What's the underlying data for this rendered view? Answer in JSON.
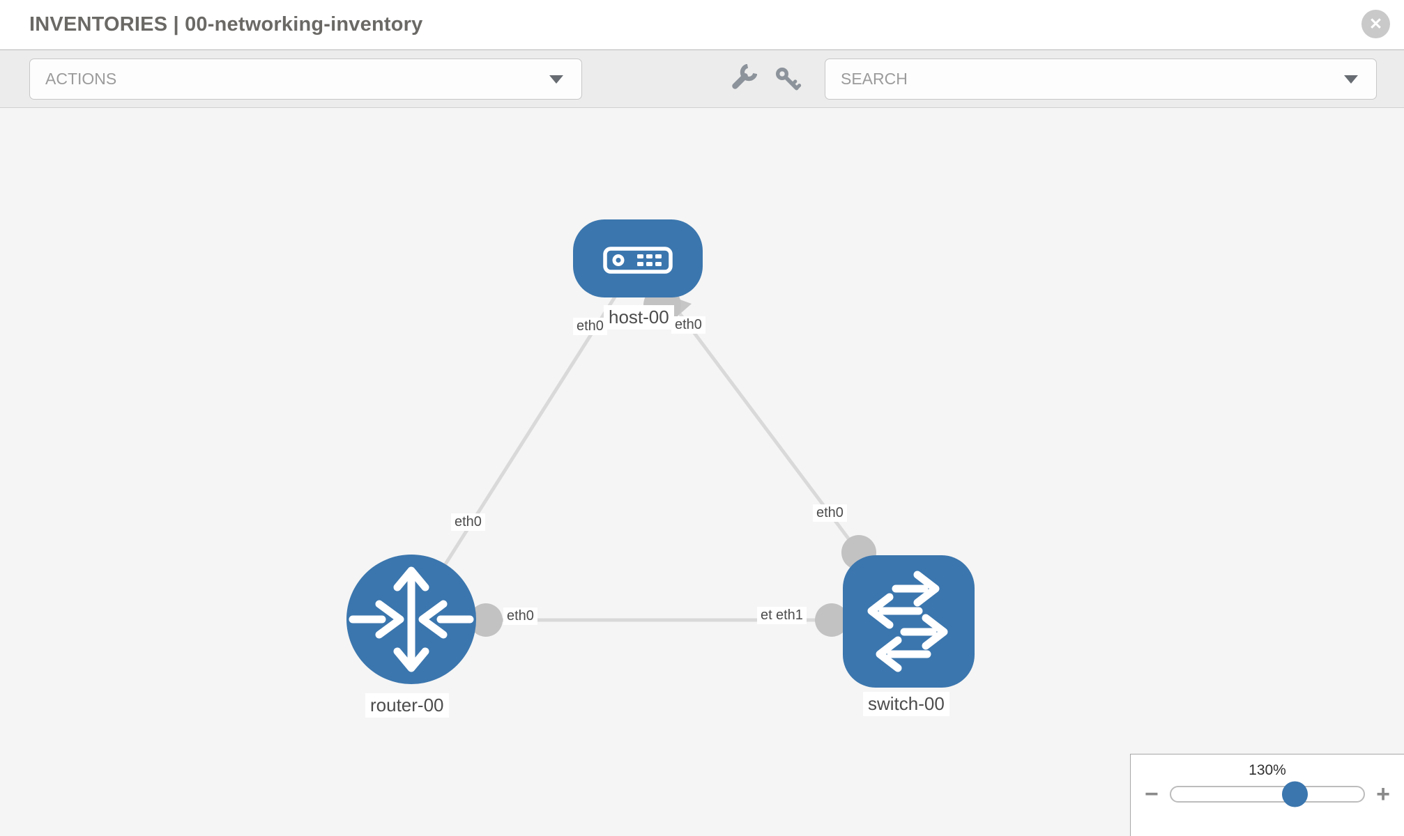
{
  "header": {
    "title": "INVENTORIES | 00-networking-inventory",
    "close_glyph": "✕"
  },
  "toolbar": {
    "actions_label": "ACTIONS",
    "search_label": "SEARCH",
    "icons": [
      "wrench-icon",
      "key-icon"
    ]
  },
  "topology": {
    "nodes": [
      {
        "label": "host-00",
        "type": "host",
        "shape": "rounded-rect",
        "color": "#3b76ae"
      },
      {
        "label": "router-00",
        "type": "router",
        "shape": "circle",
        "color": "#3b76ae"
      },
      {
        "label": "switch-00",
        "type": "switch",
        "shape": "rounded-square",
        "color": "#3b76ae"
      }
    ],
    "links": [
      {
        "source": "host-00",
        "source_interface": "eth0",
        "target": "router-00",
        "target_interface": "eth0"
      },
      {
        "source": "host-00",
        "source_interface": "eth0",
        "target": "switch-00",
        "target_interface": "eth0"
      },
      {
        "source": "router-00",
        "source_interface": "eth0",
        "target": "switch-00",
        "target_interface": "eth1"
      }
    ],
    "interface_labels": {
      "host_left": "eth0",
      "host_right": "eth0",
      "link_host_router": "eth0",
      "link_host_switch": "eth0",
      "router_right": "eth0",
      "switch_left_under": "eth0",
      "switch_left_over": "eth1"
    }
  },
  "zoom_control": {
    "level": "130%",
    "minus_glyph": "−",
    "plus_glyph": "+"
  },
  "colors": {
    "node_blue": "#3b76ae",
    "link_gray": "#d9d9d9",
    "connector_gray": "#c2c2c2",
    "canvas_bg": "#f5f5f5",
    "toolbar_bg": "#ececec",
    "title_text": "#6b6966",
    "placeholder_text": "#9b9b9b"
  }
}
